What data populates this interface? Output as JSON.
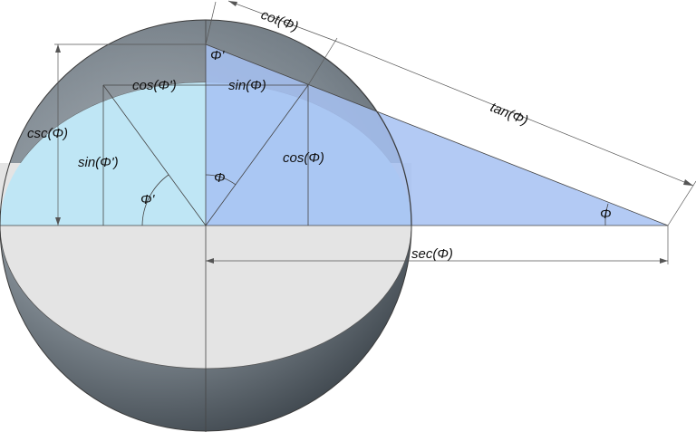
{
  "labels": {
    "cot": "cot(Φ)",
    "tan": "tan(Φ)",
    "sec": "sec(Φ)",
    "csc": "csc(Φ)",
    "cos_prime": "cos(Φ')",
    "sin_phi": "sin(Φ)",
    "sin_prime": "sin(Φ')",
    "cos_phi": "cos(Φ)",
    "phi_prime_top": "Φ'",
    "phi_prime_angle": "Φ'",
    "phi_center": "Φ",
    "phi_far": "Φ"
  },
  "colors": {
    "disk_fill": "#bfe6f5",
    "triangle_fill": "#a6c1f2",
    "lower_disk_fill": "#e4e4e4",
    "sphere_shell": "#7d8790",
    "outline": "#3a3a3a"
  }
}
